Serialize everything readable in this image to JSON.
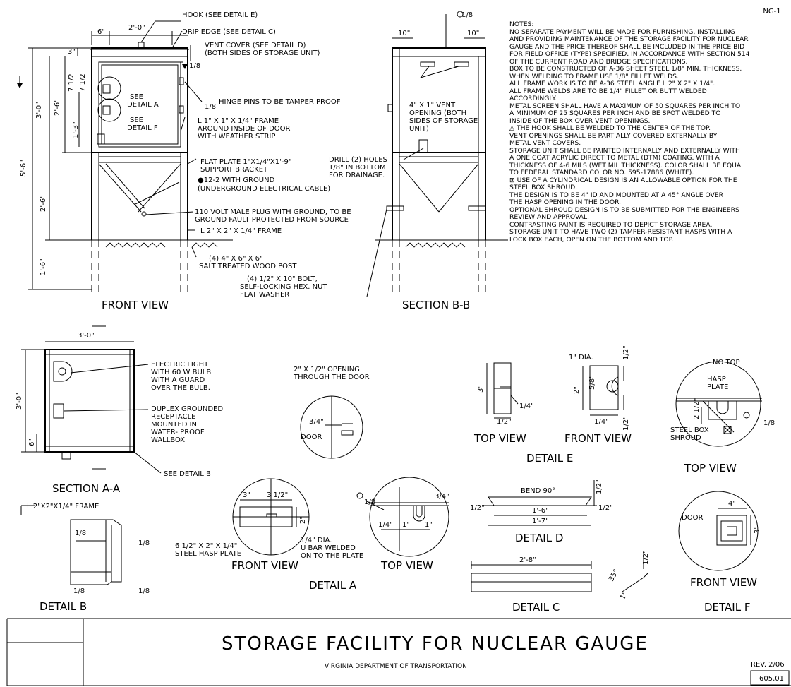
{
  "sheet_code": "NG-1",
  "title": "STORAGE FACILITY FOR NUCLEAR GAUGE",
  "subtitle": "VIRGINIA DEPARTMENT OF TRANSPORTATION",
  "revision": "REV. 2/06",
  "sheet_number": "605.01",
  "views": {
    "front_view": "FRONT VIEW",
    "section_bb": "SECTION B-B",
    "section_aa": "SECTION A-A",
    "detail_a": "DETAIL  A",
    "detail_b": "DETAIL B",
    "detail_c": "DETAIL C",
    "detail_d": "DETAIL D",
    "detail_e": "DETAIL  E",
    "detail_f": "DETAIL  F",
    "top_view": "TOP VIEW",
    "front_view_2": "FRONT  VIEW"
  },
  "callouts": {
    "hook": "HOOK (SEE DETAIL  E)",
    "drip_edge": "DRIP EDGE (SEE DETAIL  C)",
    "vent_cover_1": "VENT COVER (SEE DETAIL  D)",
    "vent_cover_2": "(BOTH SIDES OF STORAGE UNIT)",
    "hinge_pins": "HINGE PINS TO BE TAMPER PROOF",
    "see_detail_a_1": "SEE",
    "see_detail_a_2": "DETAIL  A",
    "see_detail_f_1": "SEE",
    "see_detail_f_2": "DETAIL F",
    "frame_1": "L 1\" X 1\" X 1/4\" FRAME",
    "frame_2": "AROUND INSIDE OF DOOR",
    "frame_3": "WITH WEATHER STRIP",
    "flat_plate_1": "FLAT PLATE 1\"X1/4\"X1'-9\"",
    "flat_plate_2": "SUPPORT BRACKET",
    "cable_1": "●12-2 WITH GROUND",
    "cable_2": "(UNDERGROUND ELECTRICAL CABLE)",
    "plug_1": "110 VOLT MALE PLUG WITH GROUND, TO BE",
    "plug_2": "GROUND FAULT PROTECTED FROM SOURCE",
    "frame_l2": "L 2\" X 2\" X 1/4\"  FRAME",
    "post_1": "(4) 4\" X 6\" X 6\"",
    "post_2": "SALT TREATED WOOD POST",
    "bolt_1": "(4) 1/2\" X 10\" BOLT,",
    "bolt_2": "SELF-LOCKING HEX. NUT",
    "bolt_3": "FLAT WASHER",
    "vent_opening_1": "4\" X 1\" VENT",
    "vent_opening_2": "OPENING (BOTH",
    "vent_opening_3": "SIDES OF STORAGE",
    "vent_opening_4": "UNIT)",
    "drill_1": "DRILL (2) HOLES",
    "drill_2": "1/8\" IN BOTTOM",
    "drill_3": "FOR DRAINAGE.",
    "light_1": "ELECTRIC LIGHT",
    "light_2": "WITH 60 W BULB",
    "light_3": "WITH A GUARD",
    "light_4": "OVER THE BULB.",
    "recept_1": "DUPLEX GROUNDED",
    "recept_2": "RECEPTACLE",
    "recept_3": "MOUNTED IN",
    "recept_4": "WATER- PROOF",
    "recept_5": "WALLBOX",
    "see_detail_b": "SEE DETAIL  B",
    "opening_1": "2\" X 1/2\" OPENING",
    "opening_2": "THROUGH THE DOOR",
    "door": "DOOR",
    "hasp_plate_1": "6 1/2\" X 2\" X 1/4\"",
    "hasp_plate_2": "STEEL HASP PLATE",
    "ubar_1": "1/4\" DIA.",
    "ubar_2": "U BAR WELDED",
    "ubar_3": "ON TO THE PLATE",
    "bend": "BEND 90°",
    "one_dia": "1\" DIA.",
    "no_top": "NO TOP",
    "hasp_1": "HASP",
    "hasp_2": "PLATE",
    "shroud_1": "STEEL BOX",
    "shroud_2": "SHROUD",
    "frame_b": "L 2\"X2\"X1/4\"  FRAME"
  },
  "dimensions": {
    "d6in": "6\"",
    "d2ft": "2'-0\"",
    "d3in": "3\"",
    "d3ft": "3'-0\"",
    "d5ft6": "5'-6\"",
    "d2ft6": "2'-6\"",
    "d1ft3": "1'-3\"",
    "d1ft6": "1'-6\"",
    "d10in": "10\"",
    "d1ft7": "1'-7\"",
    "d2ft8": "2'-8\"",
    "d4in": "4\"",
    "d1in": "1\"",
    "d3half": "3 1/2\"",
    "d2in": "2\"",
    "d34": "3/4\"",
    "d12": "1/2\"",
    "d14": "1/4\"",
    "d18": "1/8",
    "d212": "2 1/2\"",
    "d516": "5/8\"",
    "d712": "7 1/2",
    "d35": "35°"
  },
  "notes": [
    "NOTES:",
    "NO SEPARATE PAYMENT WILL BE MADE FOR FURNISHING, INSTALLING",
    "AND PROVIDING MAINTENANCE OF THE STORAGE FACILITY FOR NUCLEAR",
    "GAUGE AND THE PRICE THEREOF SHALL BE INCLUDED IN THE PRICE BID",
    "FOR FIELD OFFICE (TYPE) SPECIFIED, IN ACCORDANCE WITH SECTION 514",
    "OF THE CURRENT ROAD AND BRIDGE SPECIFICATIONS.",
    "BOX TO BE CONSTRUCTED OF A-36 SHEET STEEL 1/8\" MIN. THICKNESS.",
    "WHEN WELDING TO FRAME USE 1/8\" FILLET WELDS.",
    "ALL  FRAME WORK IS TO BE A-36 STEEL  ANGLE L 2\" X 2\" X 1/4\".",
    "ALL  FRAME WELDS ARE TO BE 1/4\" FILLET OR BUTT WELDED",
    "ACCORDINGLY.",
    "METAL SCREEN SHALL HAVE A MAXIMUM OF 50 SQUARES PER INCH TO",
    "A MINIMUM OF 25 SQUARES PER INCH AND BE SPOT WELDED TO",
    "INSIDE OF THE BOX OVER VENT OPENINGS.",
    "△ THE HOOK SHALL BE WELDED TO THE CENTER OF THE TOP.",
    "VENT OPENINGS SHALL BE PARTIALLY COVERED EXTERNALLY BY",
    "METAL VENT COVERS.",
    "STORAGE UNIT SHALL BE PAINTED INTERNALLY AND EXTERNALLY WITH",
    "A ONE COAT ACRYLIC DIRECT TO METAL (DTM) COATING, WITH A",
    "THICKNESS OF 4-6 MILS (WET MIL THICKNESS). COLOR SHALL BE EQUAL",
    "TO FEDERAL STANDARD COLOR NO. 595-17886 (WHITE).",
    "⊠ USE OF A CYLINDRICAL DESIGN IS AN ALLOWABLE OPTION FOR THE",
    "STEEL BOX SHROUD.",
    "THE DESIGN IS TO BE 4\" ID AND MOUNTED AT A 45°  ANGLE OVER",
    "THE HASP OPENING IN THE DOOR.",
    "OPTIONAL SHROUD DESIGN IS TO BE SUBMITTED FOR THE ENGINEERS",
    "REVIEW AND APPROVAL.",
    "CONTRASTING PAINT IS REQUIRED TO DEPICT STORAGE AREA.",
    "STORAGE UNIT TO HAVE TWO (2) TAMPER-RESISTANT HASPS WITH A",
    "LOCK BOX EACH, OPEN ON THE BOTTOM AND TOP."
  ]
}
